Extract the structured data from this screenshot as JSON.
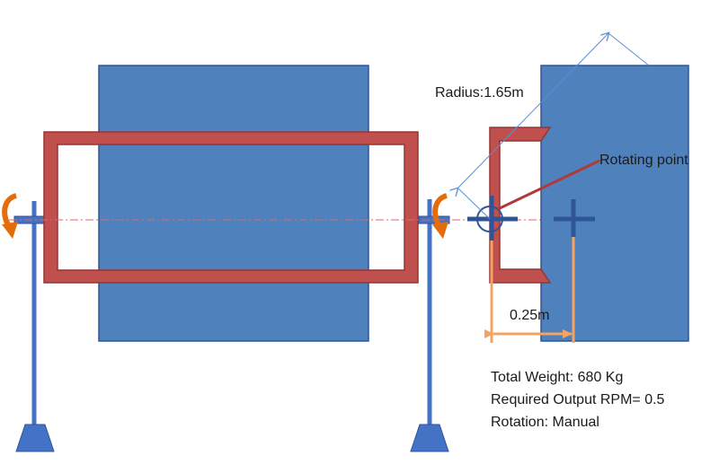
{
  "labels": {
    "radius": "Radius:1.65m",
    "rotating_point": "Rotating point",
    "offset": "0.25m"
  },
  "specs": [
    "Total Weight: 680 Kg",
    "Required Output RPM= 0.5",
    "Rotation: Manual"
  ],
  "colors": {
    "load_block": "#4f81bd",
    "load_block_edge": "#2f5597",
    "frame": "#c0504d",
    "frame_edge": "#963634",
    "arrow": "#e46c0a",
    "dimension": "#f4a460",
    "axis": "#e06666",
    "stand": "#4472c4",
    "radius_line": "#5b8fd6",
    "pointer_line": "#b03a3a"
  },
  "icons": [
    "rotation-arrow-icon",
    "pivot-cross-icon",
    "center-cross-icon"
  ]
}
